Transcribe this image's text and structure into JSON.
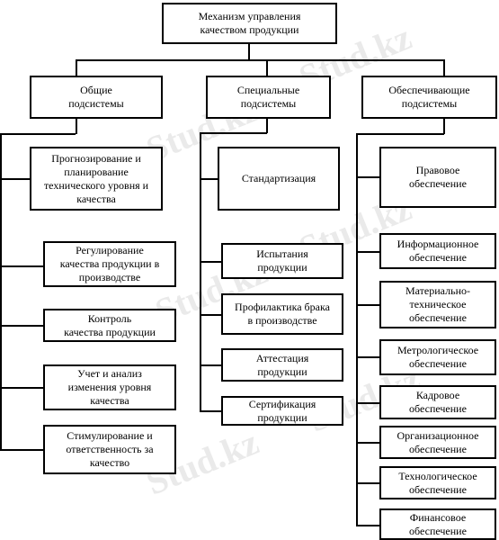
{
  "root": "Механизм управления\nкачеством продукции",
  "columns": [
    {
      "header": "Общие\nподсистемы",
      "items": [
        "Прогнозирование и\nпланирование\nтехнического уровня и\nкачества",
        "Регулирование\nкачества продукции в\nпроизводстве",
        "Контроль\nкачества продукции",
        "Учет и анализ\nизменения уровня\nкачества",
        "Стимулирование и\nответственность за\nкачество"
      ]
    },
    {
      "header": "Специальные\nподсистемы",
      "items": [
        "Стандартизация",
        "Испытания\nпродукции",
        "Профилактика брака\nв производстве",
        "Аттестация\nпродукции",
        "Сертификация\nпродукции"
      ]
    },
    {
      "header": "Обеспечивающие\nподсистемы",
      "items": [
        "Правовое\nобеспечение",
        "Информационное\nобеспечение",
        "Материально-\nтехническое\nобеспечение",
        "Метрологическое\nобеспечение",
        "Кадровое\nобеспечение",
        "Организационное\nобеспечение",
        "Технологическое\nобеспечение",
        "Финансовое\nобеспечение"
      ]
    }
  ],
  "watermark": "Stud.kz"
}
